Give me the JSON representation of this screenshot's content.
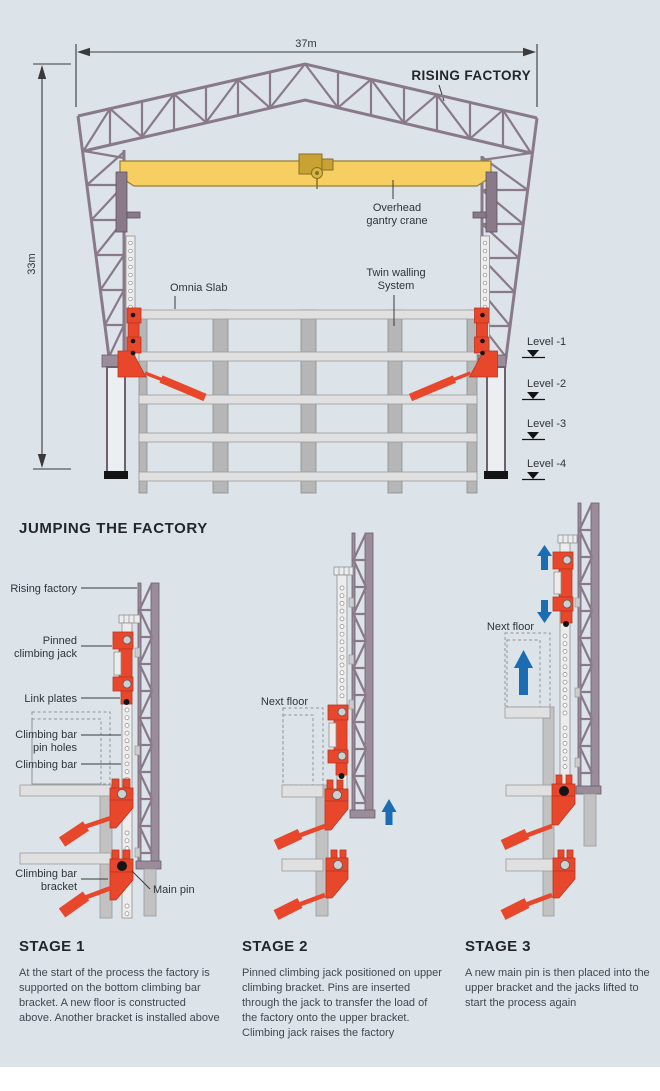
{
  "colors": {
    "background": "#dce4ea",
    "truss_purple": "#8a7a89",
    "crane_yellow": "#f6ce61",
    "accent_red": "#e8472b",
    "arrow_blue": "#1b6cb3",
    "slab_gray": "#e0e0e0",
    "column_gray": "#b6b6b6"
  },
  "main_diagram": {
    "title": "RISING FACTORY",
    "width_dimension": "37m",
    "height_dimension": "33m",
    "crane_label": [
      "Overhead",
      "gantry crane"
    ],
    "omnia_slab_label": "Omnia Slab",
    "twin_wall_label": [
      "Twin walling",
      "System"
    ],
    "levels": [
      "Level -1",
      "Level -2",
      "Level -3",
      "Level -4"
    ]
  },
  "jumping_section": {
    "heading": "JUMPING THE FACTORY",
    "stage1_callouts": {
      "rising_factory": "Rising factory",
      "pinned_jack": [
        "Pinned",
        "climbing jack"
      ],
      "link_plates": "Link plates",
      "pin_holes": [
        "Climbing bar",
        "pin holes"
      ],
      "climbing_bar": "Climbing bar",
      "bar_bracket": [
        "Climbing bar",
        "bracket"
      ],
      "main_pin": "Main pin"
    },
    "stage2_callouts": {
      "next_floor": "Next floor"
    },
    "stage3_callouts": {
      "next_floor": "Next floor"
    },
    "stages": [
      {
        "title": "STAGE 1",
        "description": [
          "At the start of the process the factory is",
          "supported on the bottom climbing bar",
          "bracket. A new floor is constructed",
          "above. Another bracket is installed above"
        ]
      },
      {
        "title": "STAGE 2",
        "description": [
          "Pinned climbing jack positioned on upper",
          "climbing bracket. Pins are inserted",
          "through the jack to transfer the load of",
          "the factory onto the upper bracket.",
          "Climbing jack raises the factory"
        ]
      },
      {
        "title": "STAGE 3",
        "description": [
          "A new main pin is then placed into the",
          "upper bracket and the jacks lifted to",
          "start the process again"
        ]
      }
    ]
  }
}
